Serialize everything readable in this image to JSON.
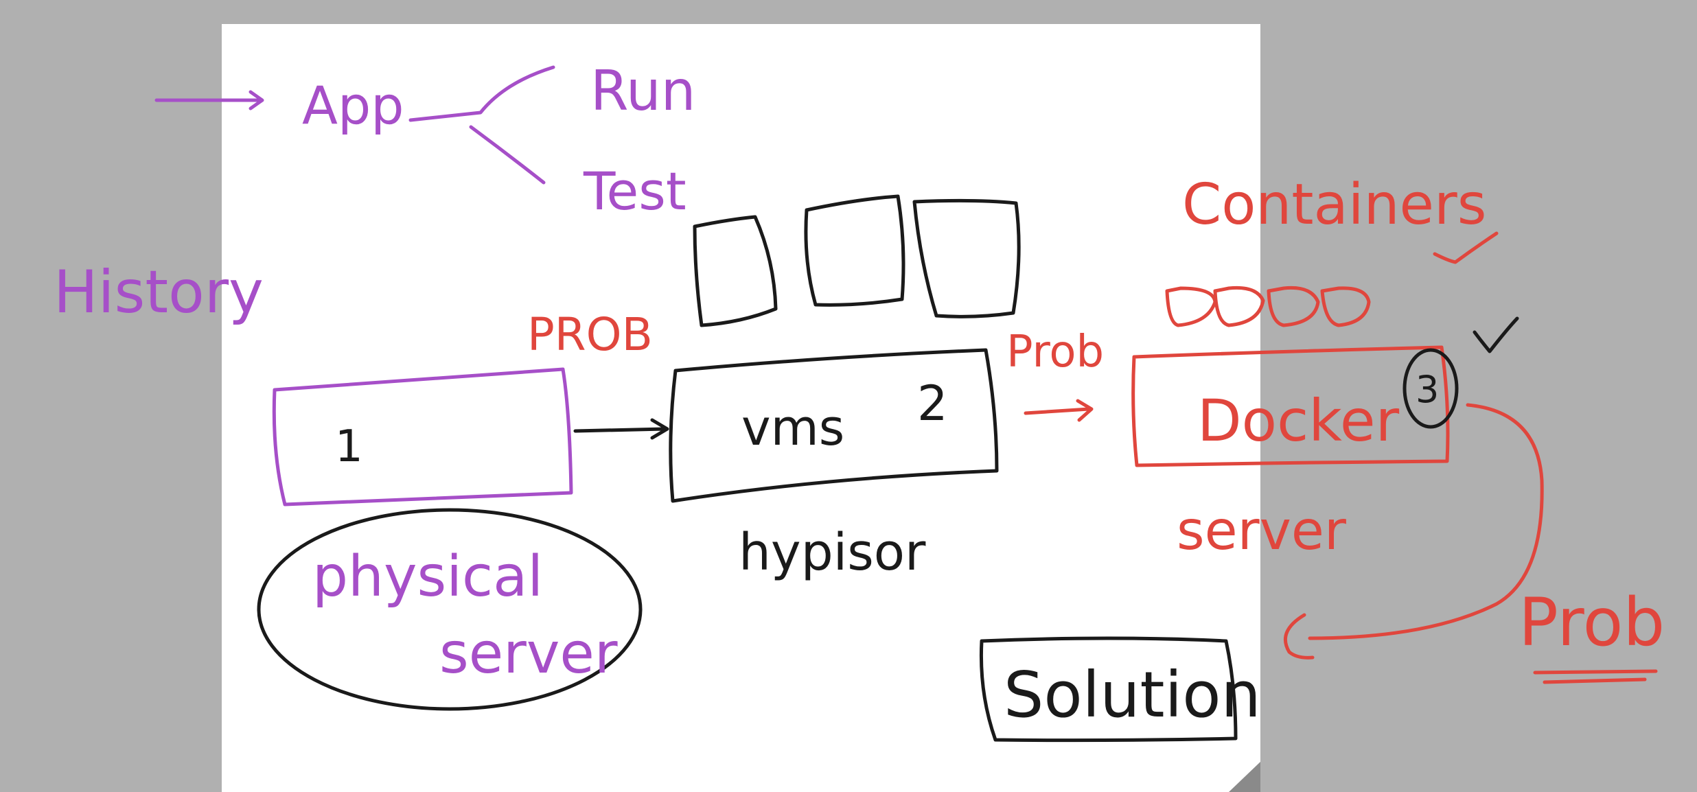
{
  "labels": {
    "app": "App",
    "run": "Run",
    "test": "Test",
    "history": "History",
    "prob_1": "PROB",
    "box_1": "1",
    "physical_server": [
      "physical",
      "server"
    ],
    "vms_box": "vms",
    "vms_number": "2",
    "hypervisor": "hypisor",
    "prob_2": "Prob",
    "containers": "Containers",
    "docker": "Docker",
    "docker_number": "3",
    "server": "server",
    "prob_3": "Prob",
    "solution": "Solution"
  },
  "colors": {
    "background": "#b0b0b0",
    "sheet": "#ffffff",
    "purple_ink": "#a64fc8",
    "red_ink": "#e0463d",
    "black_ink": "#1a1a1a"
  }
}
